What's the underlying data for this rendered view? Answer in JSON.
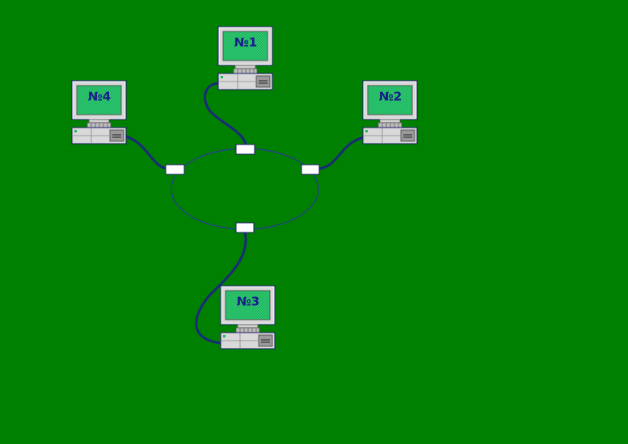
{
  "computers": [
    {
      "label": "№1"
    },
    {
      "label": "№2"
    },
    {
      "label": "№3"
    },
    {
      "label": "№4"
    }
  ],
  "colors": {
    "background": "#008000",
    "cable": "#1a2a7a",
    "ring": "#2a3a9a",
    "screen": "#26c76a",
    "case": "#d9d9d9",
    "connector": "#ffffff",
    "label": "#1a1a8c"
  }
}
